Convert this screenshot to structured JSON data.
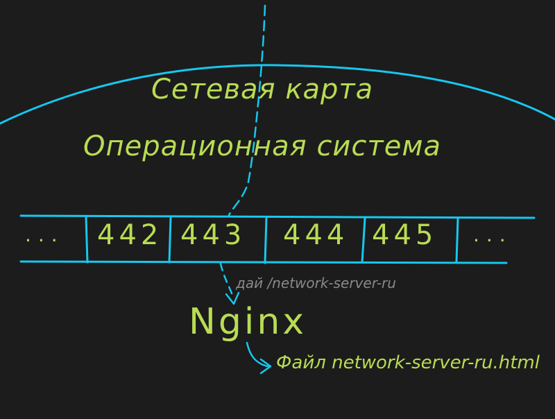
{
  "diagram": {
    "layers": {
      "network_card": "Сетевая карта",
      "operating_system": "Операционная система"
    },
    "ports": {
      "left_ellipsis": "...",
      "items": [
        "442",
        "443",
        "444",
        "445"
      ],
      "right_ellipsis": "..."
    },
    "request": "дай /network-server-ru",
    "server": "Nginx",
    "response": "Файл network-server-ru.html"
  },
  "colors": {
    "background": "#1c1c1c",
    "lines": "#16c8f0",
    "text": "#b9dc54",
    "annotation": "#8a8a8a"
  }
}
